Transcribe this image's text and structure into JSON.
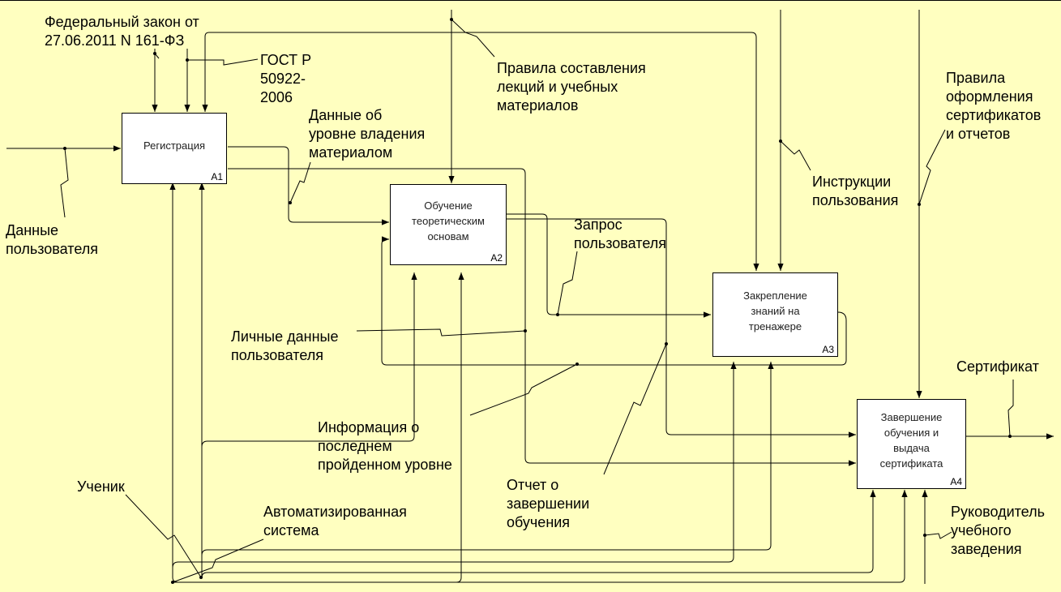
{
  "boxes": [
    {
      "id": "A1",
      "title": "Регистрация"
    },
    {
      "id": "A2",
      "title": "Обучение\nтеоретическим\nосновам"
    },
    {
      "id": "A3",
      "title": "Закрепление\nзнаний на\nтренажере"
    },
    {
      "id": "A4",
      "title": "Завершение\nобучения и\nвыдача\nсертификата"
    }
  ],
  "labels": {
    "federal_law": "Федеральный закон от\n27.06.2011 N 161-ФЗ",
    "gost": "ГОСТ Р\n50922-\n2006",
    "level_data": "Данные об\nуровне владения\nматериалом",
    "lecture_rules": "Правила составления\nлекций и учебных\nматериалов",
    "cert_rules": "Правила\nоформления\nсертификатов\nи отчетов",
    "instructions": "Инструкции\nпользования",
    "user_data": "Данные\nпользователя",
    "user_request": "Запрос\nпользователя",
    "personal_data": "Личные данные\nпользователя",
    "certificate": "Сертификат",
    "last_level": "Информация о\nпоследнем\nпройденном уровне",
    "completion_report": "Отчет о\nзавершении\nобучения",
    "student": "Ученик",
    "auto_system": "Автоматизированная\nсистема",
    "head": "Руководитель\nучебного\nзаведения"
  },
  "colors": {
    "background": "#ffffc0",
    "box": "#ffffff",
    "line": "#000000"
  }
}
